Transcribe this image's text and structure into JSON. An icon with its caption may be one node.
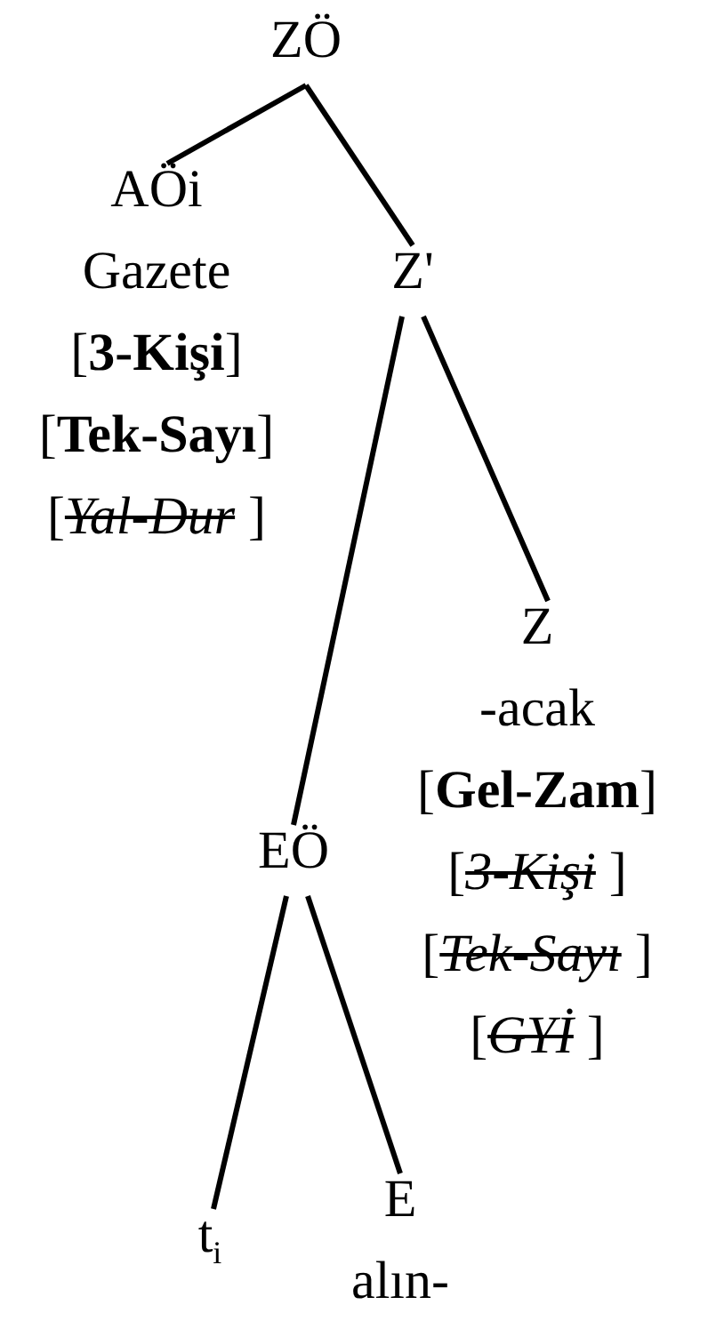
{
  "diagram": {
    "nodes": [
      {
        "text": [
          "ZÖ"
        ]
      },
      {
        "text": [
          "AÖi",
          "Gazete",
          "[**3-Kişi**]",
          "[**Tek-Sayı**]",
          "[*Yal-Dur* ]"
        ]
      },
      {
        "text": [
          "Z'"
        ]
      },
      {
        "text": [
          "Z",
          "-acak",
          "[**Gel-Zam**]",
          "[*3-Kişi* ]",
          "[*Tek-Sayı* ]",
          "[*GYİ* ]"
        ]
      },
      {
        "text": [
          "EÖ"
        ]
      },
      {
        "text": [
          "t$_{i}$"
        ]
      },
      {
        "text": [
          "E",
          "alın-"
        ]
      }
    ],
    "edges": [
      {
        "from": 0,
        "to": 1,
        "arrow": "none"
      },
      {
        "from": 0,
        "to": 2,
        "arrow": "none"
      },
      {
        "from": 2,
        "to": 4,
        "arrow": "none"
      },
      {
        "from": 2,
        "to": 3,
        "arrow": "none"
      },
      {
        "from": 4,
        "to": 5,
        "arrow": "none"
      },
      {
        "from": 4,
        "to": 6,
        "arrow": "none"
      }
    ]
  }
}
